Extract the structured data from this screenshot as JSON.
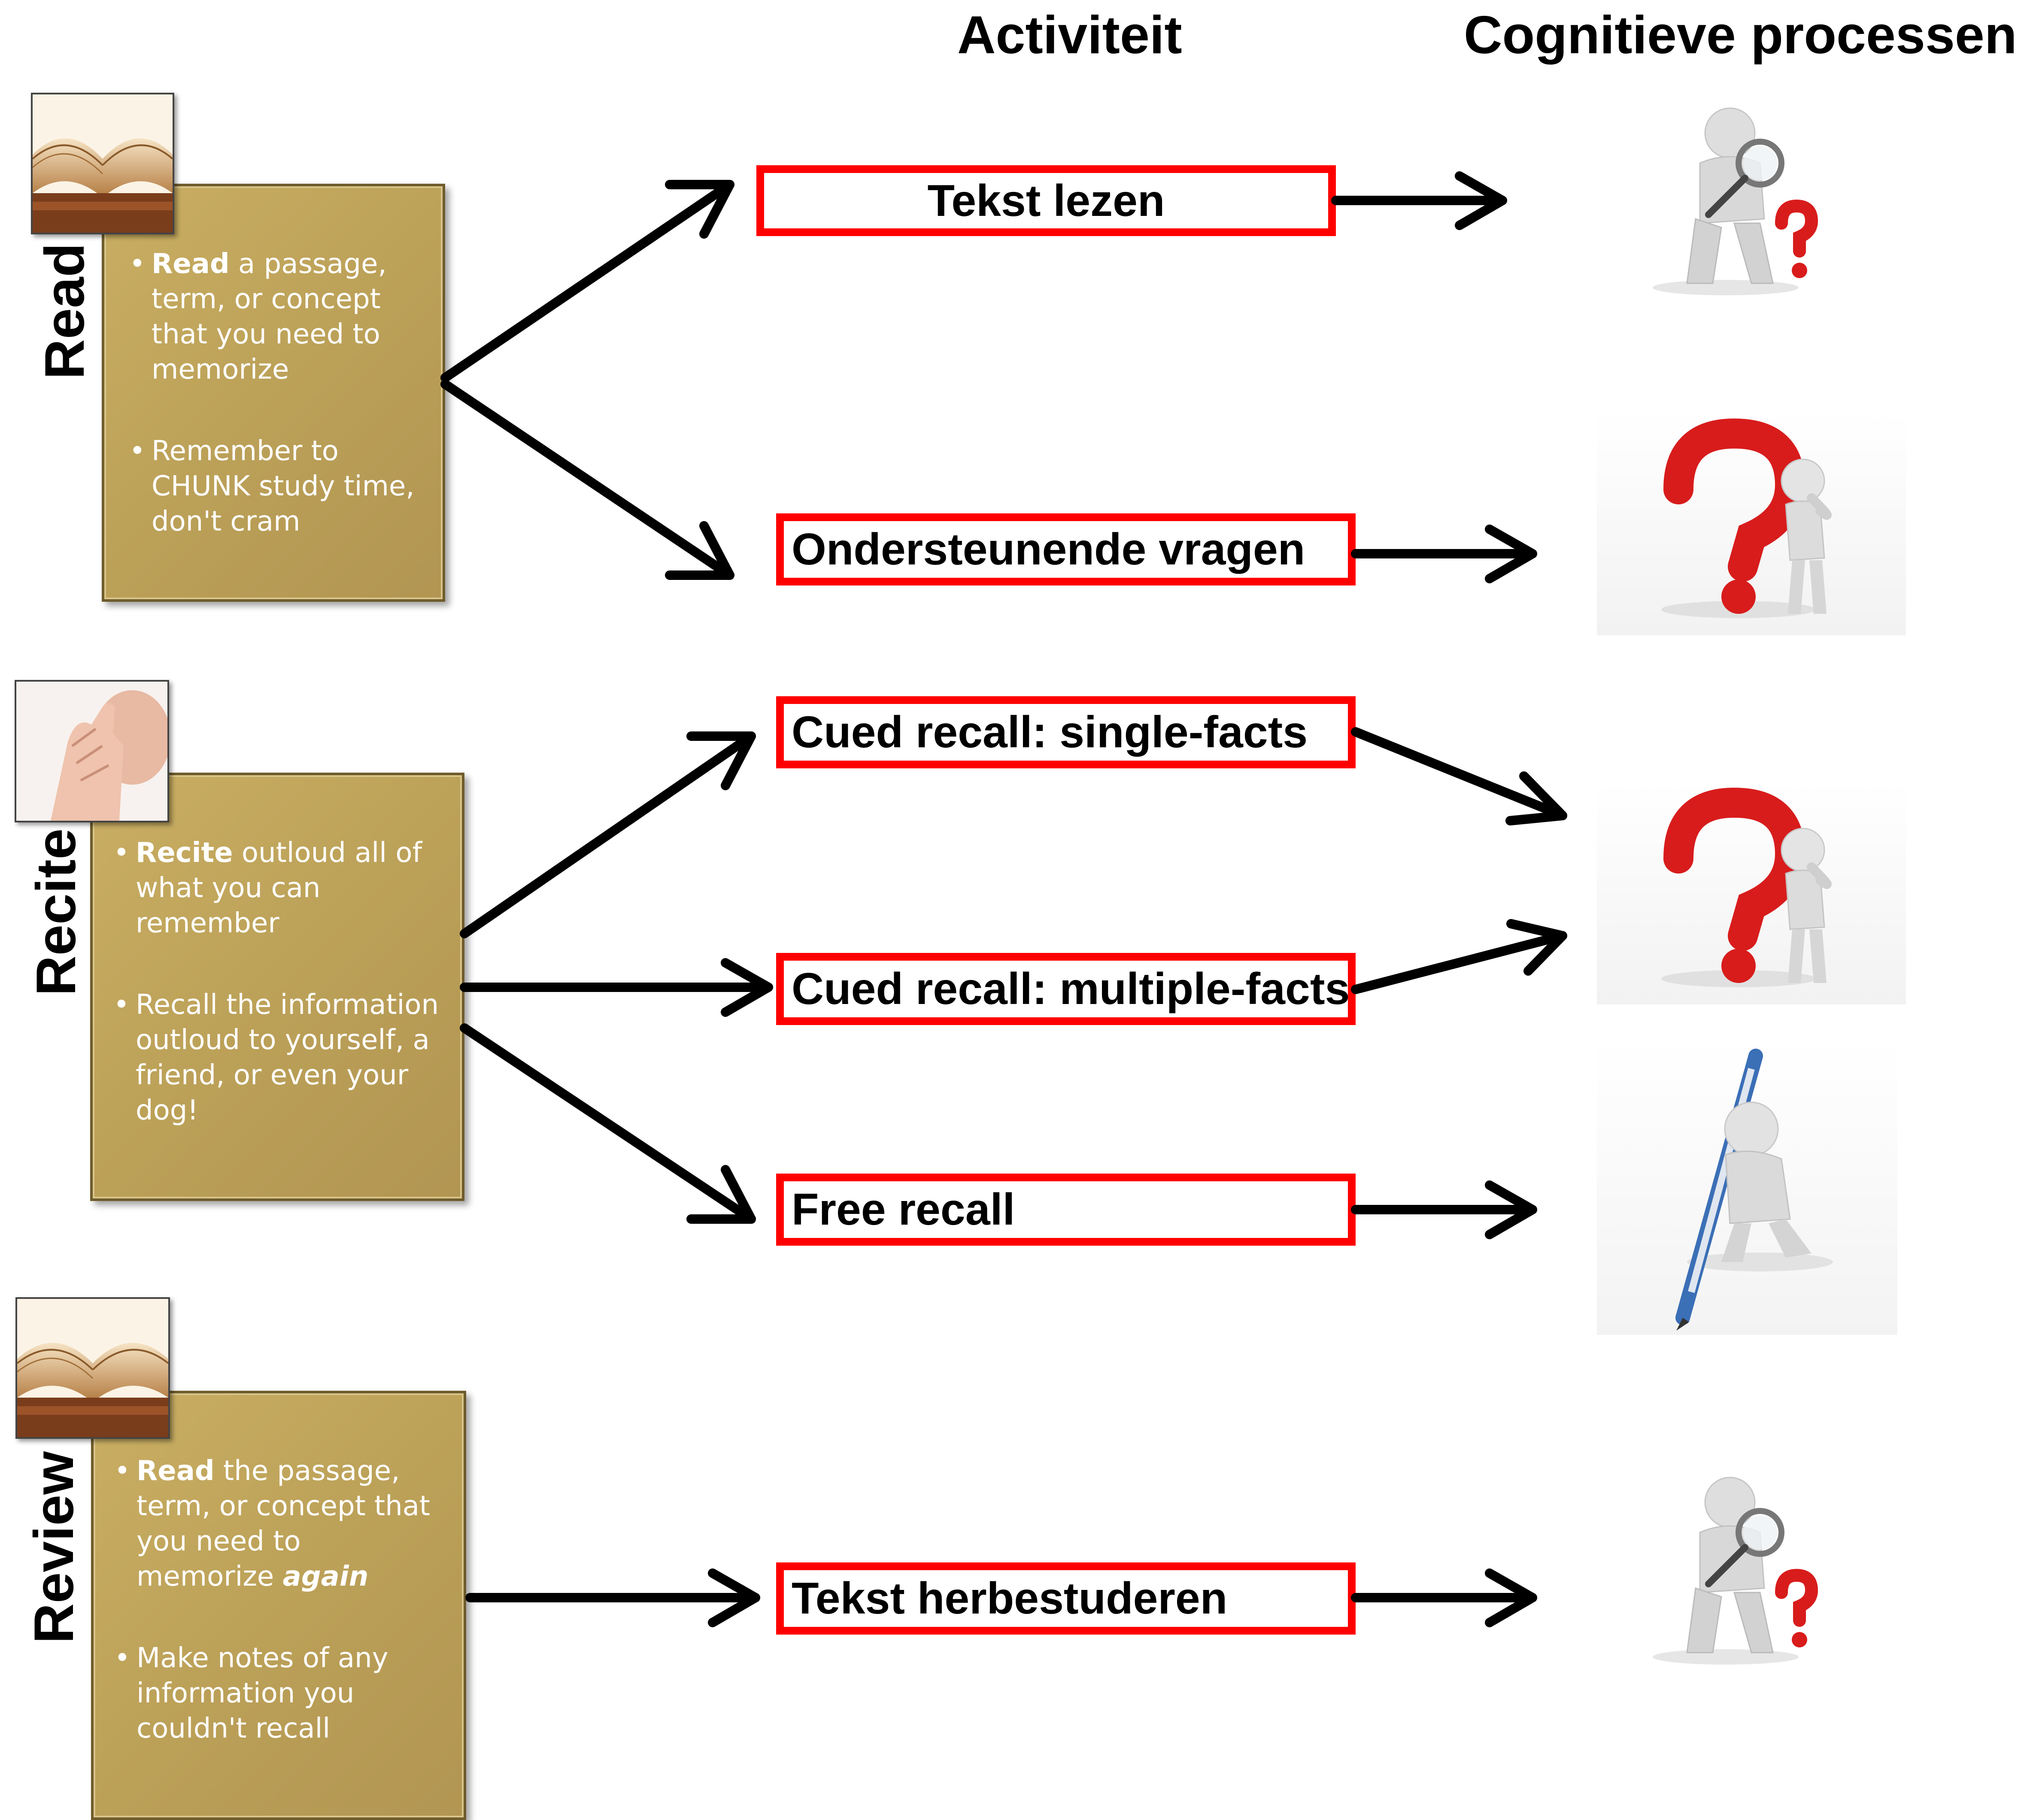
{
  "headers": {
    "activiteit": "Activiteit",
    "cognitieve_processen": "Cognitieve processen"
  },
  "sections": {
    "read": {
      "label": "Read",
      "bullet1": {
        "bold": "Read",
        "rest": " a passage, term, or concept that you need to memorize"
      },
      "bullet2": "Remember to CHUNK study time, don't cram"
    },
    "recite": {
      "label": "Recite",
      "bullet1": {
        "bold": "Recite",
        "rest": " outloud all of what you can remember"
      },
      "bullet2": "Recall the information outloud to yourself, a friend, or even your dog!"
    },
    "review": {
      "label": "Review",
      "bullet1": {
        "bold": "Read",
        "rest": " the passage, term, or concept that you need to memorize ",
        "italic": "again"
      },
      "bullet2": "Make notes of any information you couldn't recall"
    }
  },
  "activities": {
    "tekst_lezen": "Tekst lezen",
    "ondersteunende_vragen": "Ondersteunende vragen",
    "cued_single": "Cued recall: single-facts",
    "cued_multiple": "Cued recall: multiple-facts",
    "free_recall": "Free recall",
    "tekst_herbestuderen": "Tekst herbestuderen"
  },
  "colors": {
    "activity_border": "#ff0000",
    "panel_gold": "#bda259",
    "question_mark": "#d81c1c",
    "arrow": "#000000"
  },
  "icons": {
    "book": "open-book-photo",
    "whisper": "hand-whisper-photo",
    "magnifier": "figure-magnifier-question-icon",
    "thinker": "figure-question-thinking-icon",
    "pen": "figure-pen-icon"
  }
}
